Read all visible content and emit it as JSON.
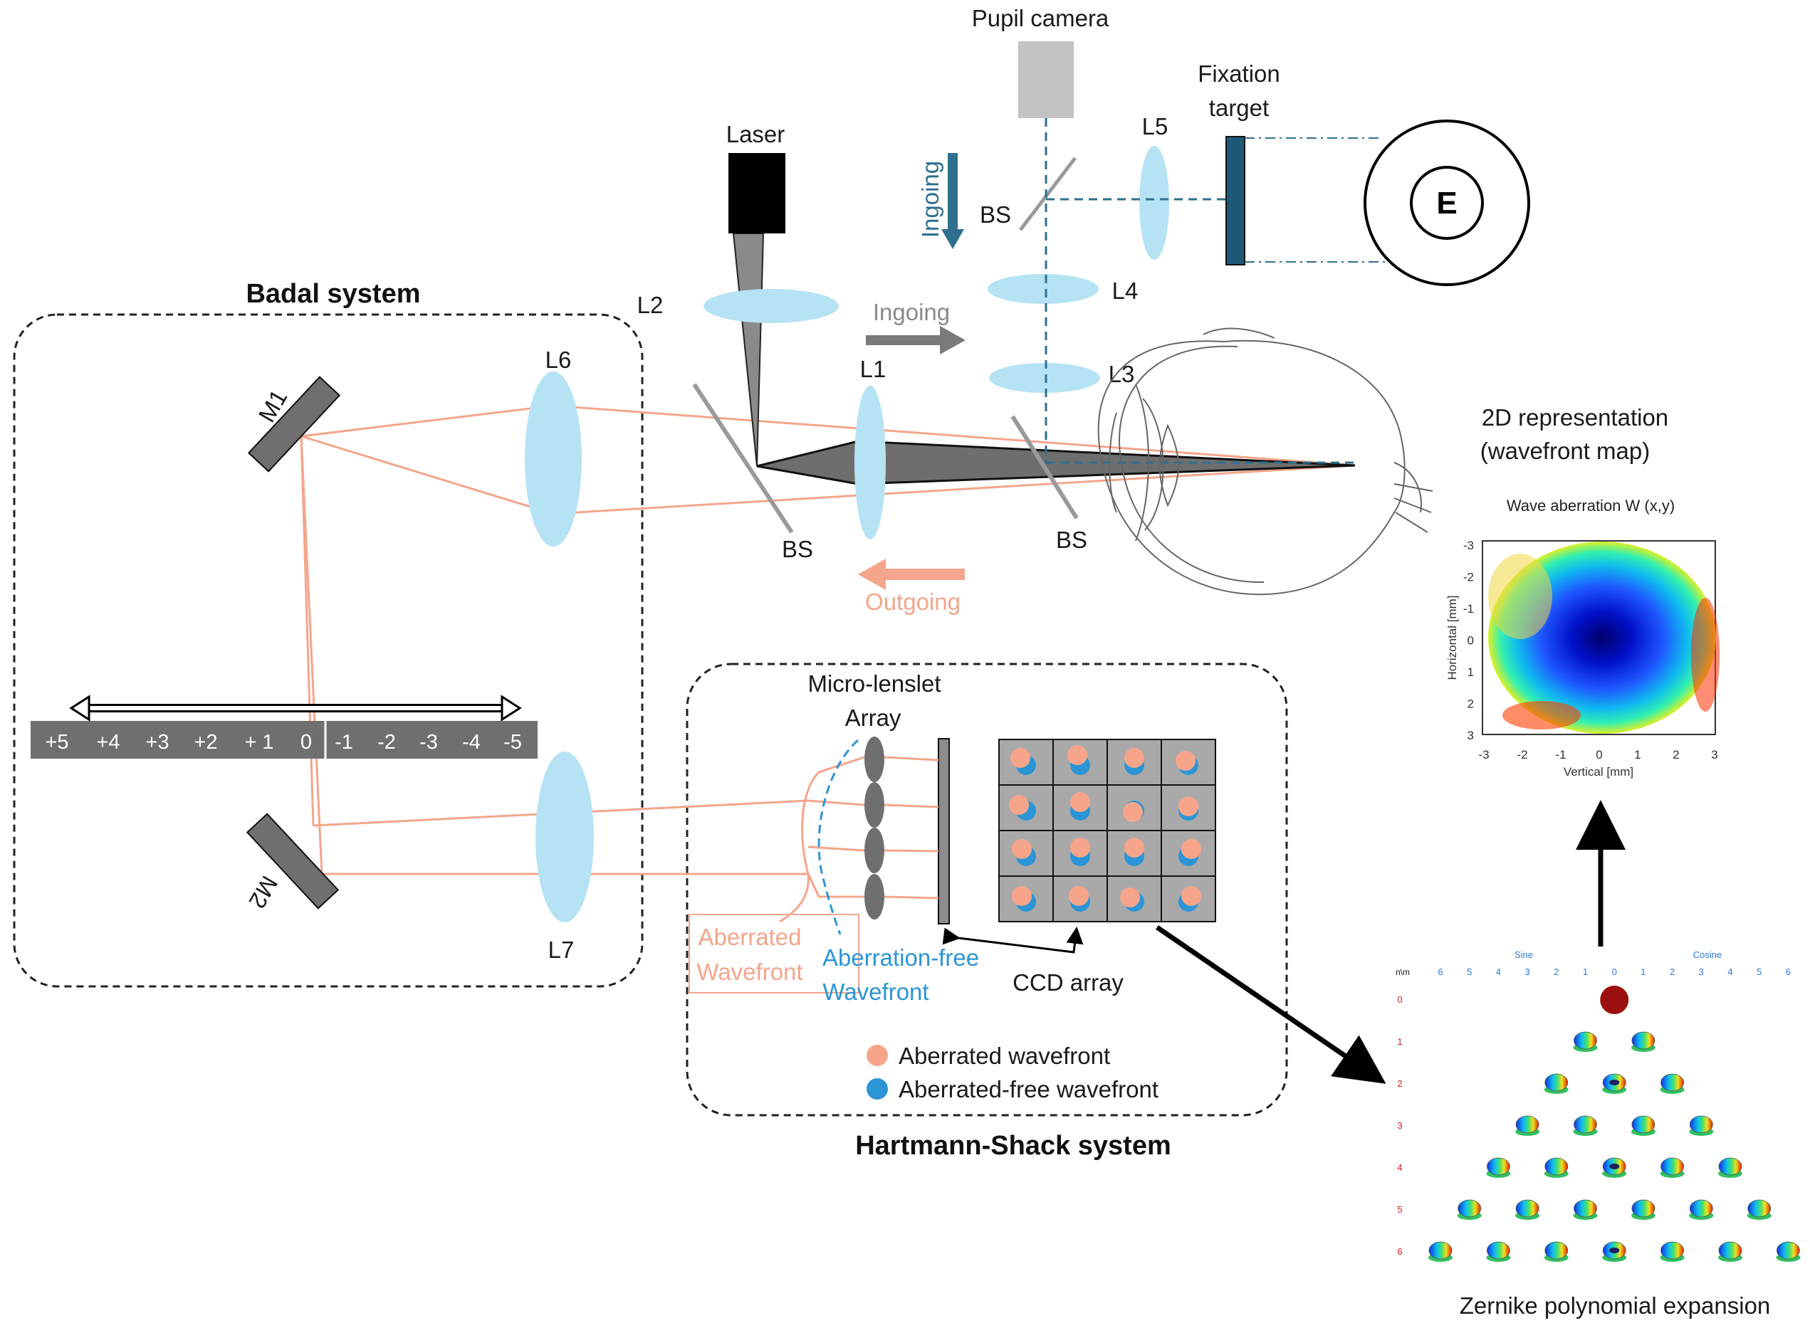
{
  "colors": {
    "lens": "#b6e3f3",
    "beam_out": "#f4a58c",
    "beam_in": "#2f6f8f",
    "fixation": "#1e5a78",
    "gray_bar": "#6f6f6f",
    "aberrated": "#f7a58a",
    "aberration_free": "#2b95d6"
  },
  "labels": {
    "pupil_camera": "Pupil camera",
    "fixation_target_1": "Fixation",
    "fixation_target_2": "target",
    "laser": "Laser",
    "ingoing_vertical": "Ingoing",
    "ingoing": "Ingoing",
    "outgoing": "Outgoing",
    "bs_top": "BS",
    "bs_left": "BS",
    "bs_right": "BS",
    "eye_letter": "E",
    "L1": "L1",
    "L2": "L2",
    "L3": "L3",
    "L4": "L4",
    "L5": "L5",
    "L6": "L6",
    "L7": "L7",
    "M1": "M1",
    "M2": "M2",
    "badal_system": "Badal system",
    "hs_system": "Hartmann-Shack system",
    "micro_lenslet_1": "Micro-lenslet",
    "micro_lenslet_2": "Array",
    "aberrated_wavefront_1": "Aberrated",
    "aberrated_wavefront_2": "Wavefront",
    "aberration_free_1": "Aberration-free",
    "aberration_free_2": "Wavefront",
    "ccd_array": "CCD array",
    "legend_aberrated": "Aberrated wavefront",
    "legend_free": "Aberrated-free wavefront",
    "rep_title_1": "2D representation",
    "rep_title_2": "(wavefront map)",
    "zernike": "Zernike polynomial expansion"
  },
  "badal_scale": [
    "+5",
    "+4",
    "+3",
    "+2",
    "+ 1",
    "0",
    "-1",
    "-2",
    "-3",
    "-4",
    "-5"
  ],
  "wavefront_map": {
    "title": "Wave aberration W (x,y)",
    "ylabel": "Horizontal [mm]",
    "xlabel": "Vertical [mm]",
    "yticks": [
      "-3",
      "-2",
      "-1",
      "0",
      "1",
      "2",
      "3"
    ],
    "xticks": [
      "-3",
      "-2",
      "-1",
      "0",
      "1",
      "2",
      "3"
    ]
  },
  "zernike_pyramid": {
    "header_sine": "Sine",
    "header_cosine": "Cosine",
    "corner": "n\\m",
    "m_values": [
      "6",
      "5",
      "4",
      "3",
      "2",
      "1",
      "0",
      "1",
      "2",
      "3",
      "4",
      "5",
      "6"
    ],
    "n_values": [
      "0",
      "1",
      "2",
      "3",
      "4",
      "5",
      "6"
    ]
  }
}
